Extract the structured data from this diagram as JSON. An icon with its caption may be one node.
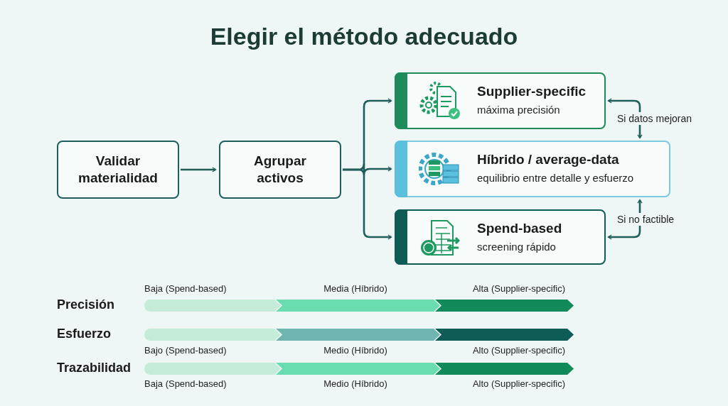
{
  "diagram": {
    "title": "Elegir el método adecuado",
    "nodes": [
      {
        "text": [
          "Validar materialidad"
        ]
      },
      {
        "text": [
          "Agrupar activos"
        ]
      },
      {
        "text": [
          "Supplier-specific",
          "máxima precisión"
        ]
      },
      {
        "text": [
          "Híbrido / average-data",
          "equilibrio entre detalle y esfuerzo"
        ]
      },
      {
        "text": [
          "Spend-based",
          "screening rápido"
        ]
      }
    ],
    "edges": [
      {
        "from": 0,
        "to": 1,
        "arrow": "to"
      },
      {
        "from": 1,
        "to": 2,
        "arrow": "to"
      },
      {
        "from": 1,
        "to": 3,
        "arrow": "to"
      },
      {
        "from": 1,
        "to": 4,
        "arrow": "to"
      },
      {
        "from": 2,
        "to": 3,
        "arrow": "both",
        "label": "Si datos mejoran"
      },
      {
        "from": 4,
        "to": 3,
        "arrow": "both",
        "label": "Si no factible"
      }
    ],
    "labels": [
      "Baja (Spend-based)",
      "Media (Híbrido)",
      "Alta (Supplier-specific)",
      "Precisión",
      "Esfuerzo",
      "Bajo (Spend-based)",
      "Medio (Híbrido)",
      "Alto (Supplier-specific)",
      "Trazabilidad",
      "Baja (Spend-based)",
      "Medio (Híbrido)",
      "Alto (Supplier-specific)"
    ]
  }
}
